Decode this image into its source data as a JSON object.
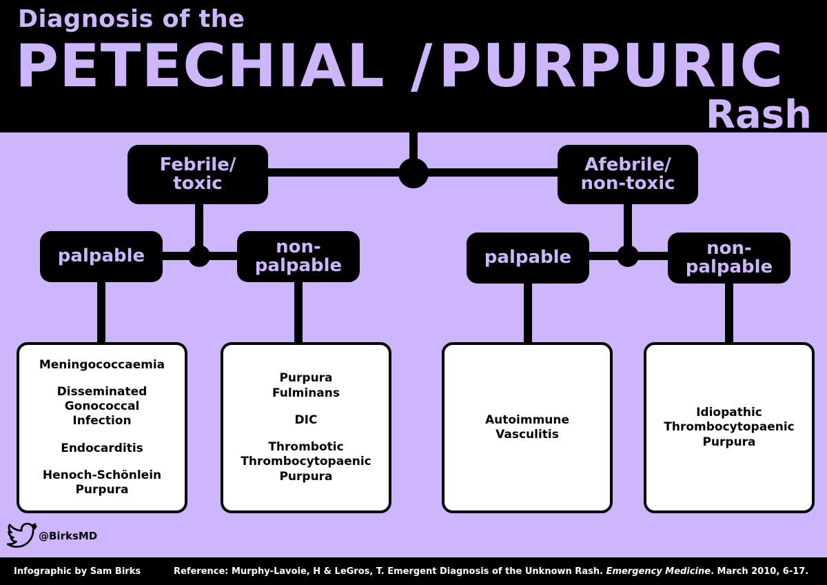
{
  "header": {
    "subtitle": "Diagnosis of the",
    "title_left": "PETECHIAL",
    "title_slash": "/",
    "title_right": "PURPURIC",
    "title_end": "Rash"
  },
  "branches": {
    "febrile": "Febrile/\ntoxic",
    "afebrile": "Afebrile/\nnon-toxic"
  },
  "subtypes": {
    "left_palpable": "palpable",
    "left_nonpalpable": "non-\npalpable",
    "right_palpable": "palpable",
    "right_nonpalpable": "non-\npalpable"
  },
  "boxes": {
    "febrile_palpable": [
      "Meningococcaemia",
      "Disseminated\nGonococcal\nInfection",
      "Endocarditis",
      "Henoch-Schönlein\nPurpura"
    ],
    "febrile_nonpalpable": [
      "Purpura\nFulminans",
      "DIC",
      "Thrombotic\nThrombocytopaenic\nPurpura"
    ],
    "afebrile_palpable": [
      "Autoimmune\nVasculitis"
    ],
    "afebrile_nonpalpable": [
      "Idiopathic\nThrombocytopaenic\nPurpura"
    ]
  },
  "social": {
    "icon": "twitter-bird-icon",
    "handle": "@BirksMD"
  },
  "footer": {
    "credit": "Infographic by Sam Birks",
    "ref_prefix": "Reference: Murphy-Lavoie, H & LeGros, T. Emergent Diagnosis of the Unknown Rash.",
    "ref_journal": "Emergency Medicine",
    "ref_suffix": ". March 2010, 6-17."
  },
  "colors": {
    "accent": "#cdb6fb",
    "background": "#cdb6fb",
    "dark": "#000000",
    "box": "#ffffff"
  }
}
